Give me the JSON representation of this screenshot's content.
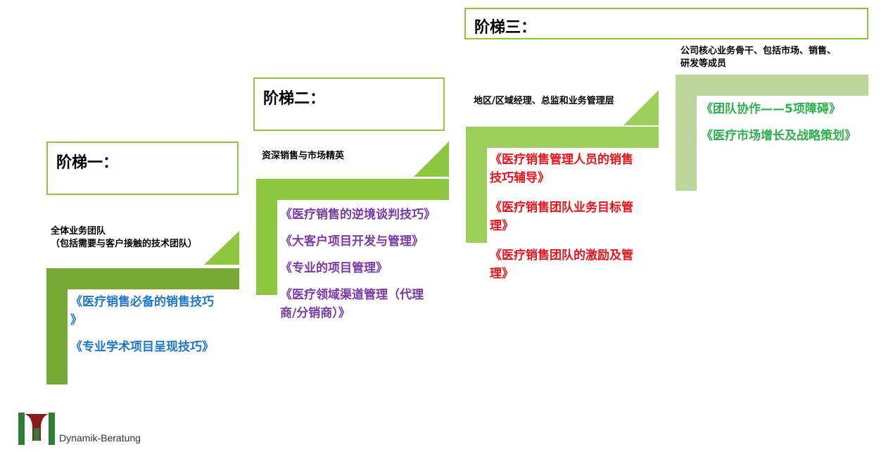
{
  "stages": [
    {
      "title": "阶梯一：",
      "audience_lines": [
        "全体业务团队",
        "（包括需要与客户接触的技术团队）"
      ],
      "courses": [
        "《医疗销售必备的销售技巧",
        "》",
        "《专业学术项目呈现技巧》"
      ],
      "course_color": "#1f77c8"
    },
    {
      "title": "阶梯二：",
      "audience_lines": [
        "资深销售与市场精英"
      ],
      "courses": [
        "《医疗销售的逆境谈判技巧》",
        "《大客户项目开发与管理》",
        "《专业的项目管理》",
        "《医疗领域渠道管理（代理",
        "商/分销商）》"
      ],
      "course_color": "#7b3aa6"
    },
    {
      "title": "阶梯三：",
      "audience_lines": [
        "地区/区域经理、总监和业务管理层"
      ],
      "courses": [
        "《医疗销售管理人员的销售",
        "技巧辅导》",
        "《医疗销售团队业务目标管",
        "理》",
        "《医疗销售团队的激励及管",
        "理》"
      ],
      "course_color": "#e8141c"
    },
    {
      "title": "",
      "audience_lines": [
        "公司核心业务骨干、包括市场、销售、",
        "研发等成员"
      ],
      "courses": [
        "《团队协作——5项障碍》",
        "《医疗市场增长及战略策划》"
      ],
      "course_color": "#2db04b"
    }
  ],
  "logo": {
    "text": "Dynamik-Beratung",
    "colors": [
      "#2e7d32",
      "#8b1a1a"
    ]
  }
}
